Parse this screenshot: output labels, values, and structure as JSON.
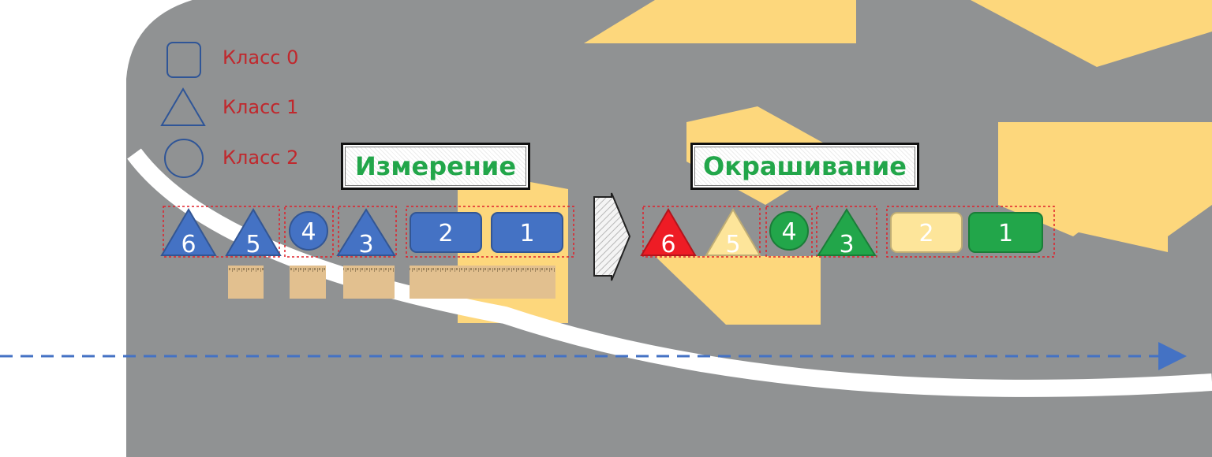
{
  "legend": {
    "items": [
      {
        "shape": "square-icon",
        "label": "Класс 0"
      },
      {
        "shape": "triangle-icon",
        "label": "Класс 1"
      },
      {
        "shape": "circle-icon",
        "label": "Класс 2"
      }
    ]
  },
  "stages": {
    "measure_label": "Измерение",
    "color_label": "Окрашивание"
  },
  "measured_items": [
    {
      "shape": "triangle",
      "number": "6",
      "color": "#4472c4"
    },
    {
      "shape": "triangle",
      "number": "5",
      "color": "#4472c4"
    },
    {
      "shape": "circle",
      "number": "4",
      "color": "#4472c4"
    },
    {
      "shape": "triangle",
      "number": "3",
      "color": "#4472c4"
    },
    {
      "shape": "rect",
      "number": "2",
      "color": "#4472c4"
    },
    {
      "shape": "rect",
      "number": "1",
      "color": "#4472c4"
    }
  ],
  "colored_items": [
    {
      "shape": "triangle",
      "number": "6",
      "color": "#ee1c25"
    },
    {
      "shape": "triangle",
      "number": "5",
      "color": "#fde59a"
    },
    {
      "shape": "circle",
      "number": "4",
      "color": "#22a64a"
    },
    {
      "shape": "triangle",
      "number": "3",
      "color": "#22a64a"
    },
    {
      "shape": "rect",
      "number": "2",
      "color": "#fde59a"
    },
    {
      "shape": "rect",
      "number": "1",
      "color": "#22a64a"
    }
  ],
  "colors": {
    "background_gray": "#909293",
    "highlight_yellow": "#fdd77c",
    "shape_blue": "#4472c4",
    "group_border_red": "#e0202a",
    "legend_text_red": "#c0282d",
    "title_green": "#22a64a",
    "ruler_wood": "#e2c08f"
  }
}
